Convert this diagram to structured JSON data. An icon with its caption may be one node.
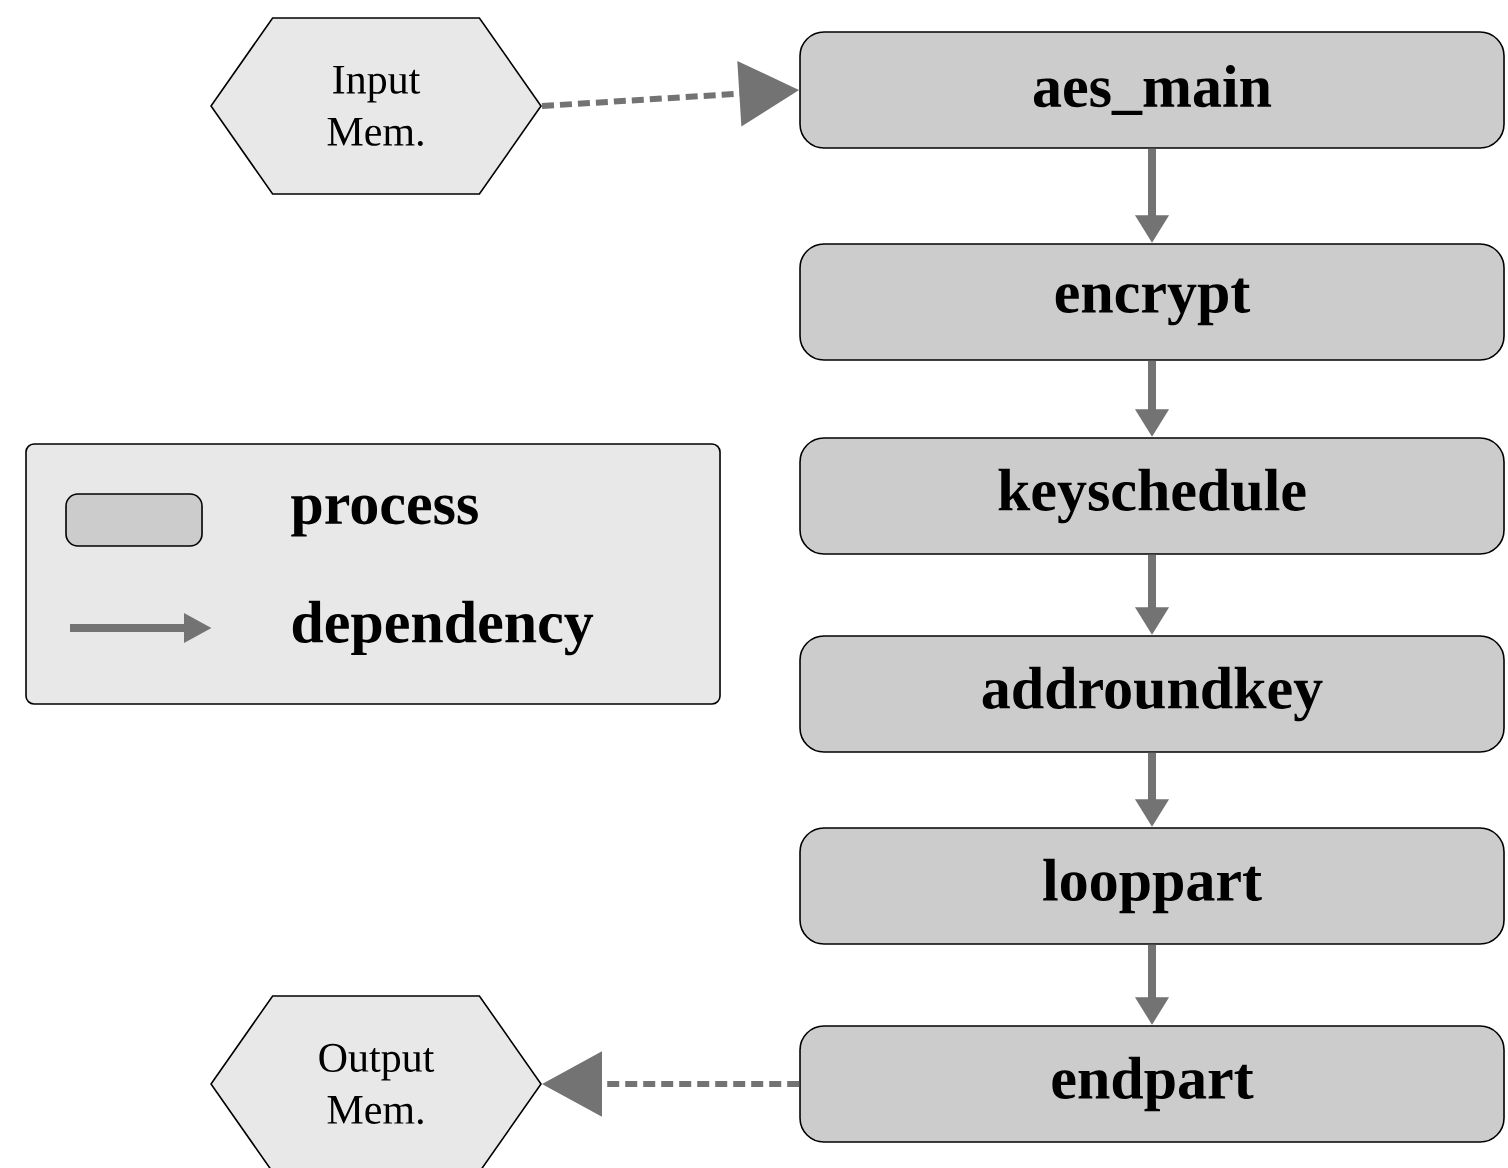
{
  "diagram": {
    "nodes": [
      {
        "text": [
          "Input Mem."
        ]
      },
      {
        "text": [
          "aes_main"
        ]
      },
      {
        "text": [
          "encrypt"
        ]
      },
      {
        "text": [
          "keyschedule"
        ]
      },
      {
        "text": [
          "addroundkey"
        ]
      },
      {
        "text": [
          "looppart"
        ]
      },
      {
        "text": [
          "endpart"
        ]
      },
      {
        "text": [
          "Output Mem."
        ]
      }
    ],
    "edges": [
      {
        "from": 0,
        "to": 1,
        "arrow": "to",
        "style": "dashed"
      },
      {
        "from": 1,
        "to": 2,
        "arrow": "to"
      },
      {
        "from": 2,
        "to": 3,
        "arrow": "to"
      },
      {
        "from": 3,
        "to": 4,
        "arrow": "to"
      },
      {
        "from": 4,
        "to": 5,
        "arrow": "to"
      },
      {
        "from": 5,
        "to": 6,
        "arrow": "to"
      },
      {
        "from": 6,
        "to": 7,
        "arrow": "to",
        "style": "dashed"
      }
    ],
    "legend": [
      {
        "text": "process"
      },
      {
        "text": "dependency"
      }
    ]
  }
}
